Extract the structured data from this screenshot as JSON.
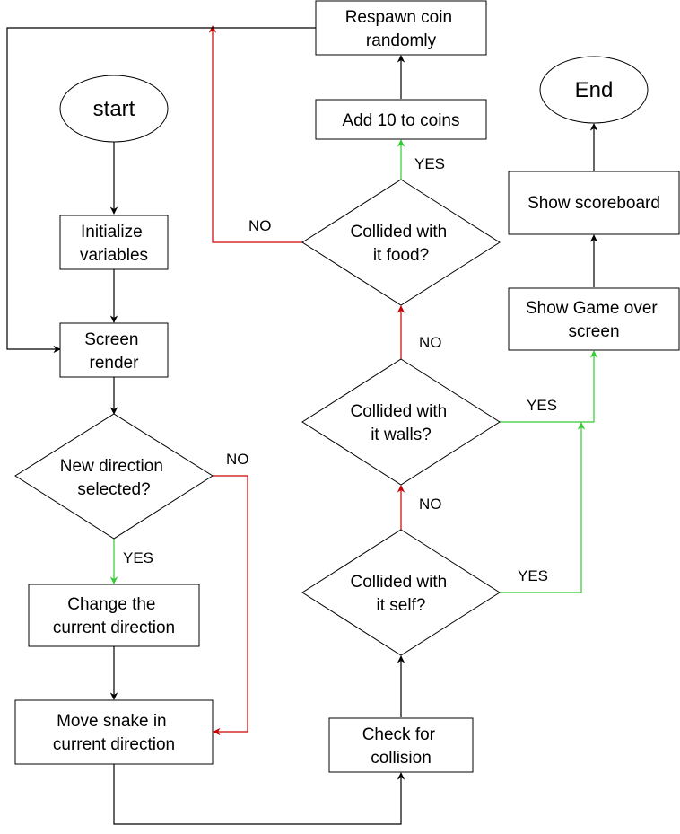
{
  "colors": {
    "default_edge": "#000000",
    "yes_edge": "#33cc33",
    "no_edge": "#cc0000"
  },
  "nodes": {
    "start": {
      "lines": [
        "start"
      ]
    },
    "init": {
      "lines": [
        "Initialize",
        "variables"
      ]
    },
    "render": {
      "lines": [
        "Screen",
        "render"
      ]
    },
    "newdir": {
      "lines": [
        "New direction",
        "selected?"
      ]
    },
    "change": {
      "lines": [
        "Change the",
        "current direction"
      ]
    },
    "move": {
      "lines": [
        "Move snake in",
        "current  direction"
      ]
    },
    "check": {
      "lines": [
        "Check for",
        "collision"
      ]
    },
    "self": {
      "lines": [
        "Collided with",
        "it self?"
      ]
    },
    "walls": {
      "lines": [
        "Collided with",
        "it walls?"
      ]
    },
    "food": {
      "lines": [
        "Collided with",
        "it food?"
      ]
    },
    "add": {
      "lines": [
        "Add 10 to coins"
      ]
    },
    "respawn": {
      "lines": [
        "Respawn coin",
        "randomly"
      ]
    },
    "gameover": {
      "lines": [
        "Show Game over",
        "screen"
      ]
    },
    "scoreboard": {
      "lines": [
        "Show scoreboard"
      ]
    },
    "end": {
      "lines": [
        "End"
      ]
    }
  },
  "edge_labels": {
    "newdir_no": "NO",
    "newdir_yes": "YES",
    "food_yes": "YES",
    "food_no": "NO",
    "walls_no": "NO",
    "walls_yes": "YES",
    "self_no": "NO",
    "self_yes": "YES"
  }
}
